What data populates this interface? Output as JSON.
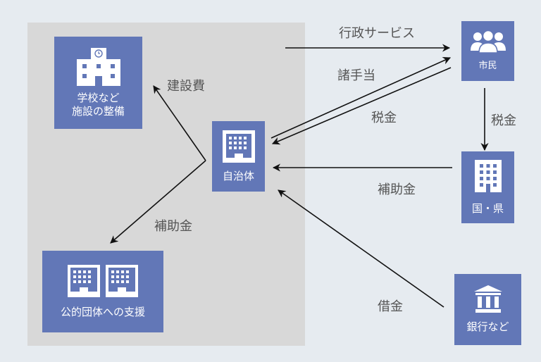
{
  "diagram": {
    "nodes": {
      "school": {
        "label": "学校など\n施設の整備",
        "icon": "school-icon"
      },
      "municipality": {
        "label": "自治体",
        "icon": "office-building-icon"
      },
      "citizens": {
        "label": "市民",
        "icon": "people-icon"
      },
      "government": {
        "label": "国・県",
        "icon": "building-icon"
      },
      "bank": {
        "label": "銀行など",
        "icon": "bank-icon"
      },
      "public_bodies": {
        "label": "公的団体への支援",
        "icon": "two-buildings-icon"
      }
    },
    "edges": [
      {
        "from": "municipality",
        "to": "citizens",
        "label": "行政サービス"
      },
      {
        "from": "municipality",
        "to": "citizens",
        "label": "諸手当"
      },
      {
        "from": "citizens",
        "to": "municipality",
        "label": "税金"
      },
      {
        "from": "citizens",
        "to": "government",
        "label": "税金"
      },
      {
        "from": "government",
        "to": "municipality",
        "label": "補助金"
      },
      {
        "from": "bank",
        "to": "municipality",
        "label": "借金"
      },
      {
        "from": "municipality",
        "to": "school",
        "label": "建設費"
      },
      {
        "from": "municipality",
        "to": "public_bodies",
        "label": "補助金"
      }
    ]
  },
  "colors": {
    "node_fill": "#6277b7",
    "region_fill": "#d8d8d8",
    "background": "#e6ebf0"
  }
}
